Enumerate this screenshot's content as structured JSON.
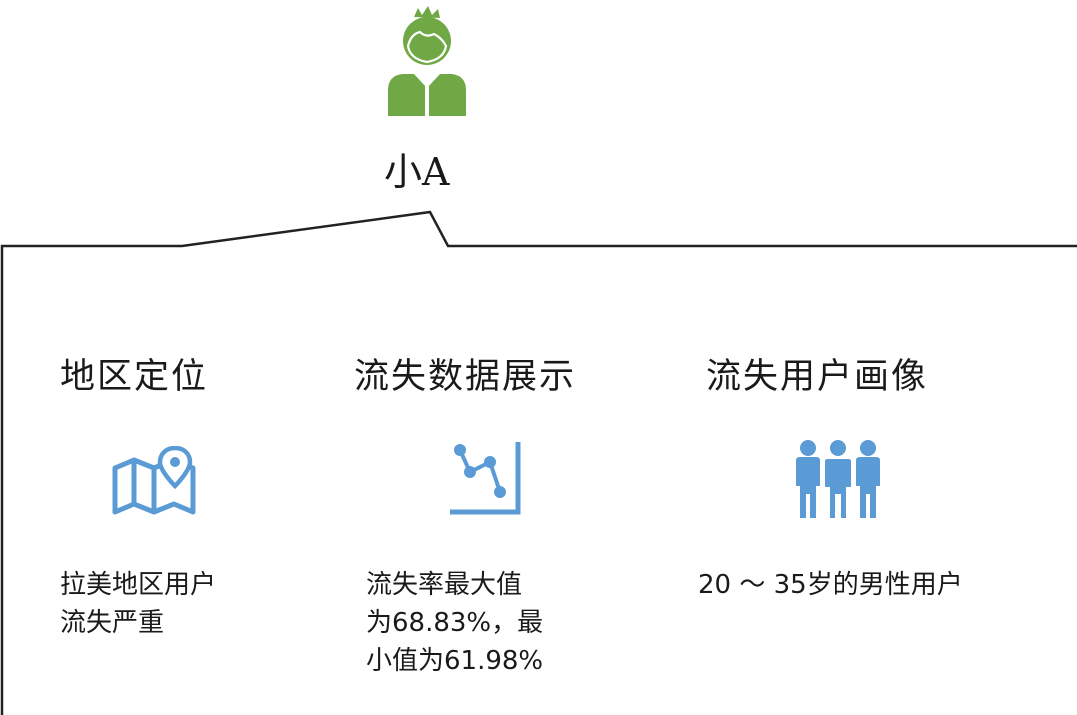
{
  "persona": {
    "name": "小A",
    "avatar_icon": "user-avatar-icon"
  },
  "colors": {
    "avatar_green": "#6fa844",
    "icon_blue": "#5b9bd5",
    "frame_line": "#222222"
  },
  "columns": [
    {
      "title": "地区定位",
      "icon": "map-pin-icon",
      "desc_lines": [
        "拉美地区用户",
        "流失严重"
      ]
    },
    {
      "title": "流失数据展示",
      "icon": "line-chart-icon",
      "desc_lines": [
        "流失率最大值",
        "为68.83%，最",
        "小值为61.98%"
      ]
    },
    {
      "title": "流失用户画像",
      "icon": "user-group-icon",
      "desc_lines": [
        "20 ～ 35岁的男性用户"
      ]
    }
  ]
}
